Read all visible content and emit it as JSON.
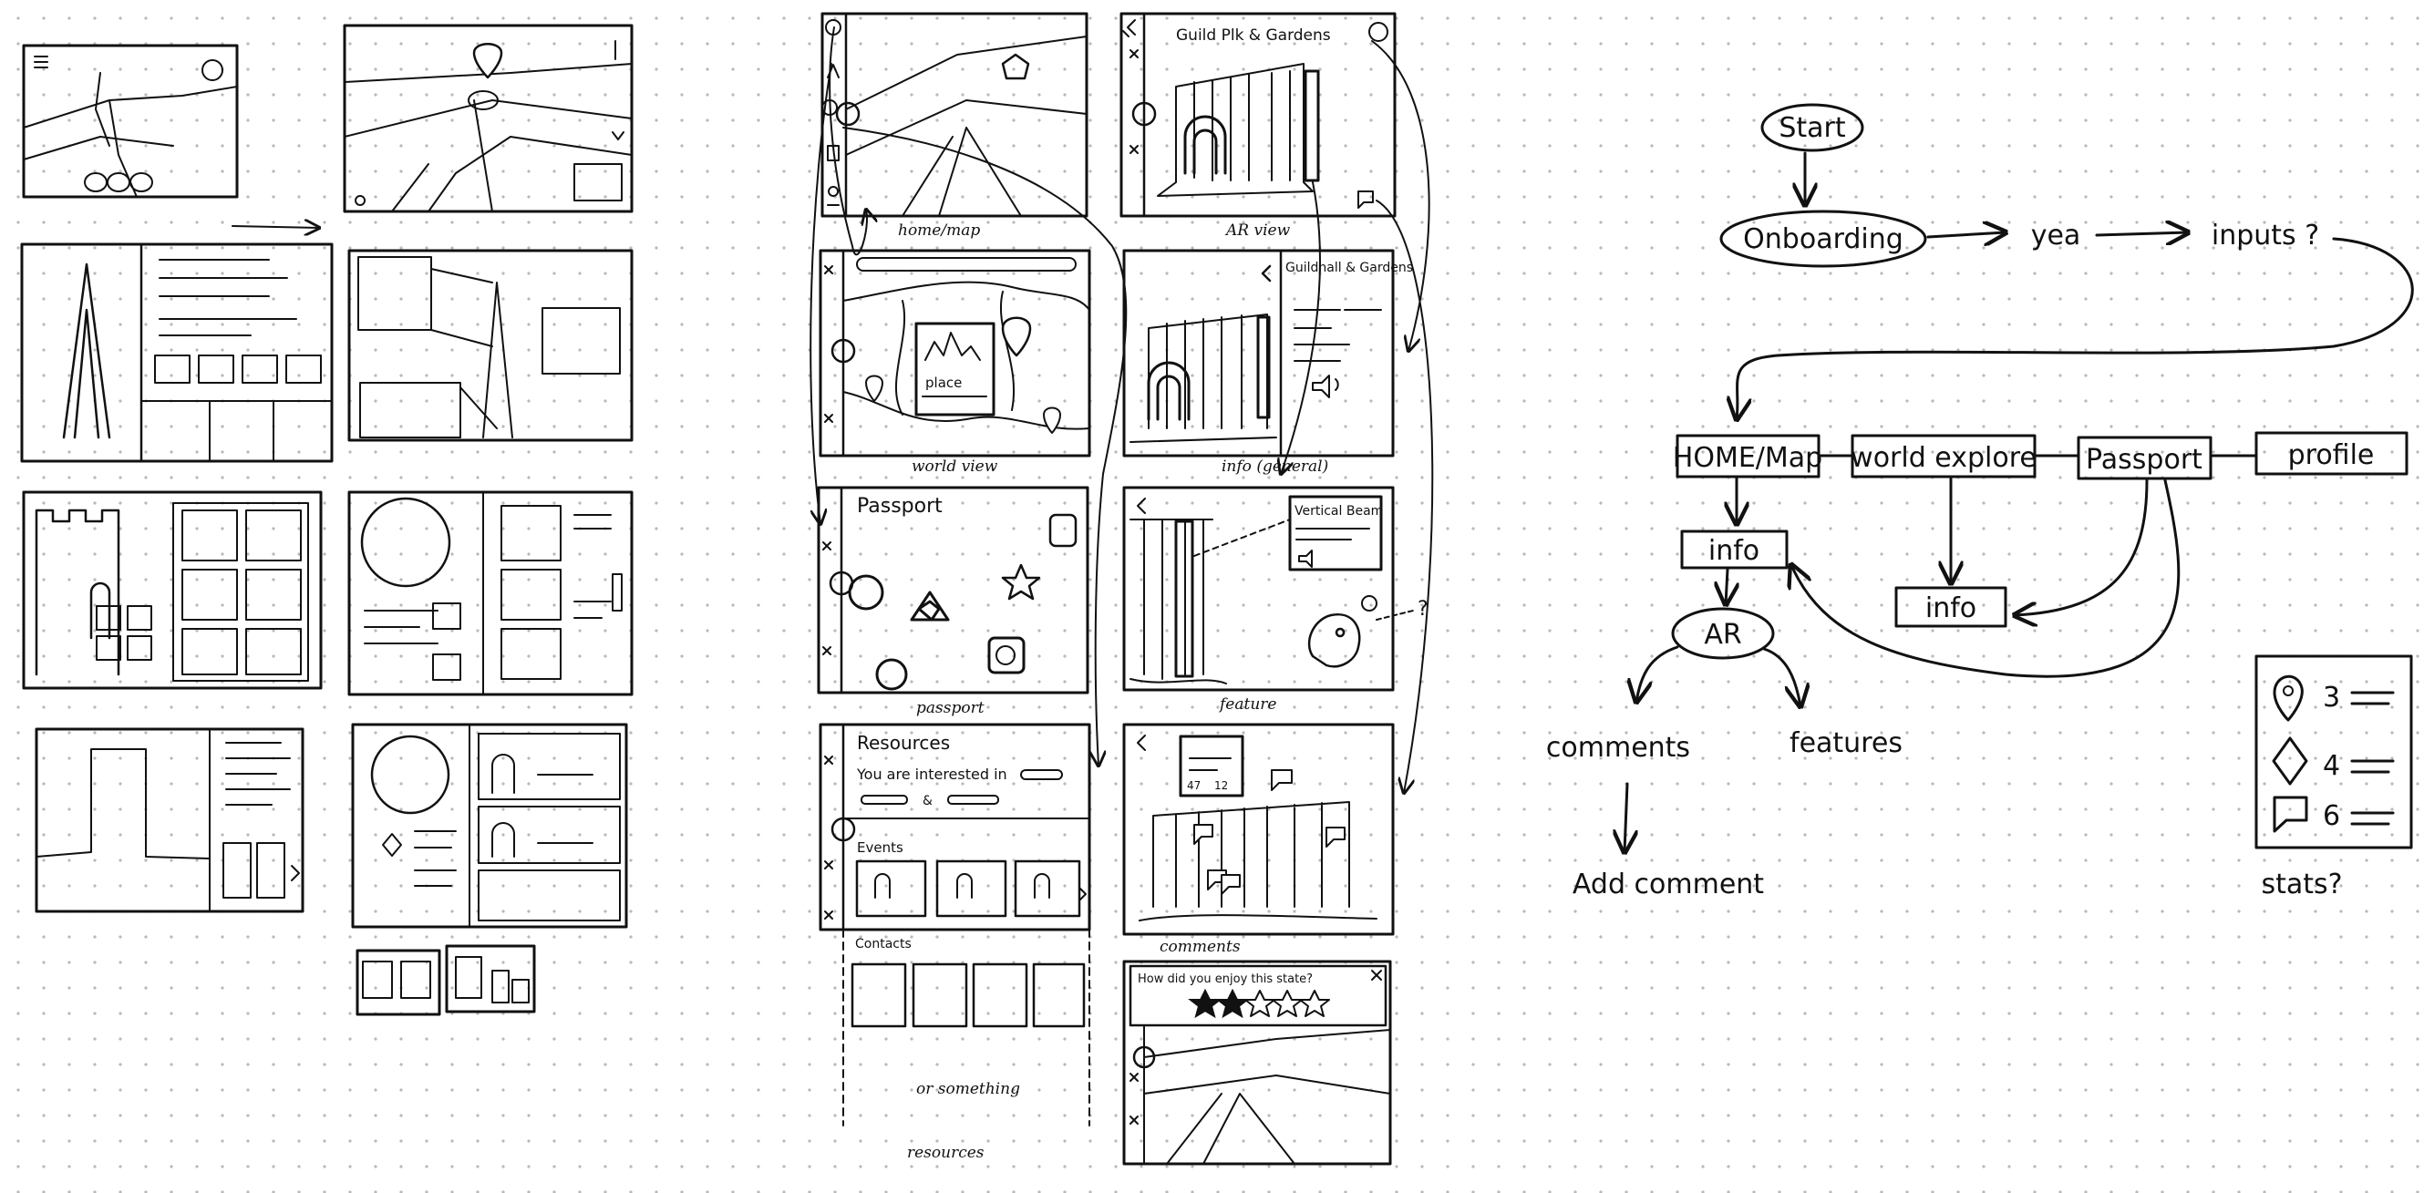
{
  "storyboard": {
    "captions": {
      "home_map": "home/map",
      "ar_view": "AR view",
      "world_view": "world view",
      "info_general": "info (general)",
      "passport": "passport",
      "feature": "feature",
      "comments": "comments",
      "resources": "resources"
    },
    "ar_screen_title": "Guild Plk & Gardens",
    "info_screen_title": "Guildhall & Gardens",
    "world_pin_label": "place",
    "passport_screen_title": "Passport",
    "feature_callout_title": "Vertical Beam",
    "feature_question": "?",
    "comment_counts": [
      "47",
      "12"
    ],
    "resources_title": "Resources",
    "resources_interest": "You are interested in",
    "resources_and": "&",
    "resources_events": "Events",
    "resources_contacts": "Contacts",
    "resources_note": "or something",
    "rating_prompt": "How did you enjoy this state?"
  },
  "flow": {
    "start": "Start",
    "onboarding": "Onboarding",
    "yea": "yea",
    "inputs": "inputs ?",
    "home_map": "HOME/Map",
    "world_explore": "world explore",
    "passport": "Passport",
    "profile": "profile",
    "info_left": "info",
    "info_right": "info",
    "ar": "AR",
    "comments": "comments",
    "features": "features",
    "add_comment": "Add comment"
  },
  "stats": {
    "rows": [
      {
        "icon": "pin-icon",
        "count": "3"
      },
      {
        "icon": "diamond-icon",
        "count": "4"
      },
      {
        "icon": "comment-icon",
        "count": "6"
      }
    ],
    "label": "stats?"
  }
}
